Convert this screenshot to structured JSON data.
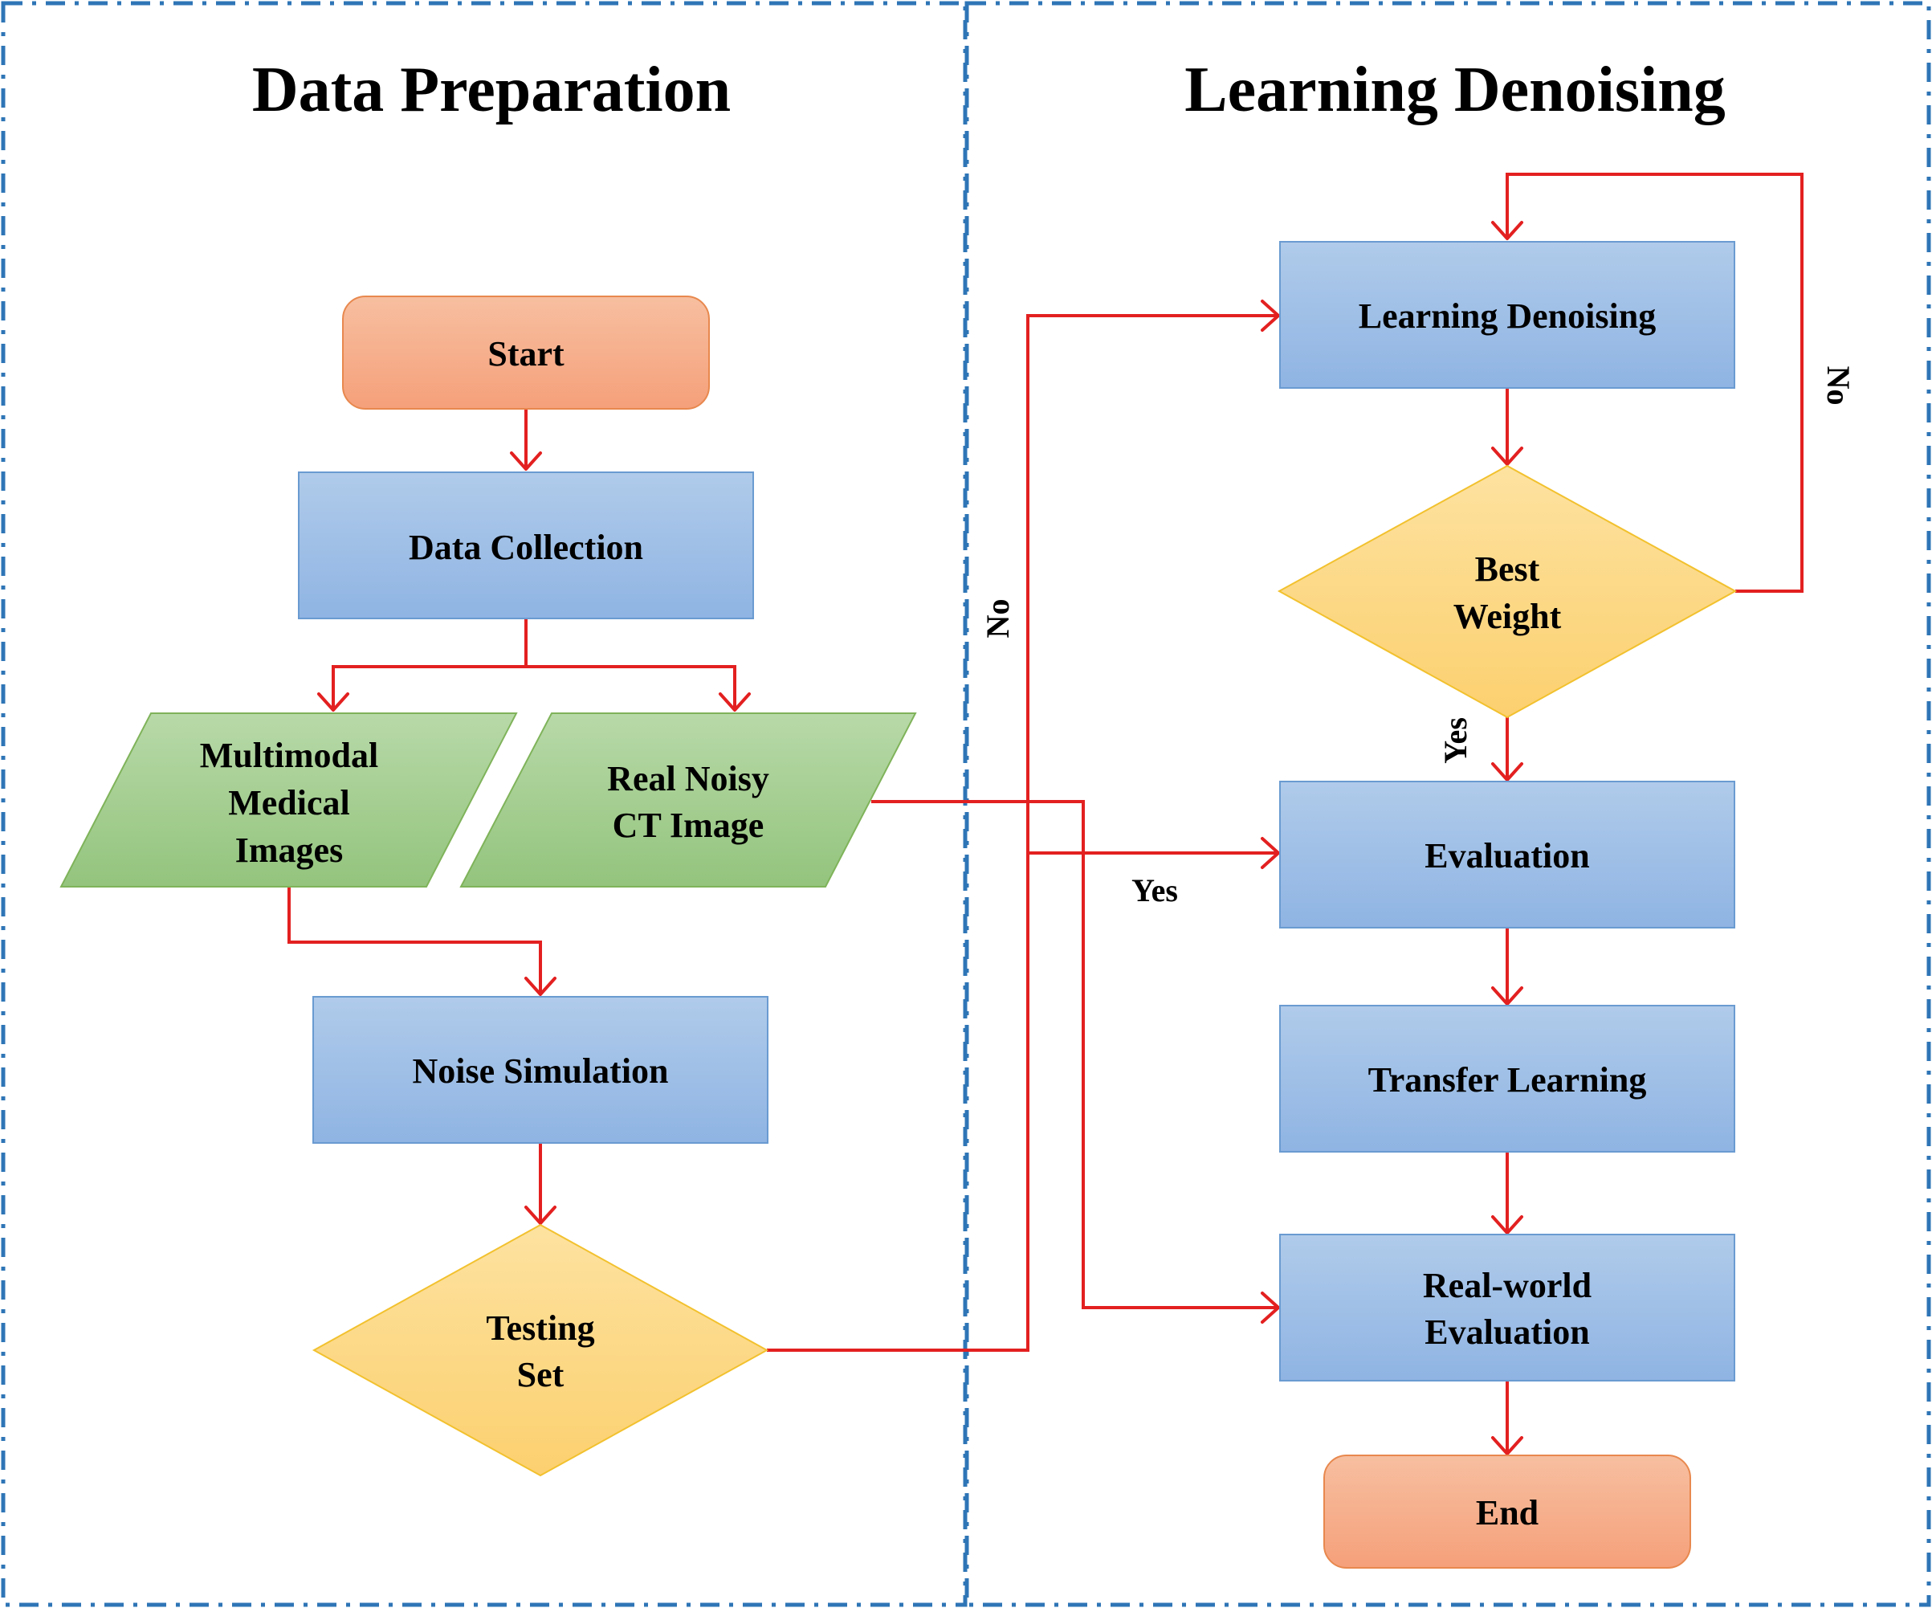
{
  "panels": {
    "left_title": "Data Preparation",
    "right_title": "Learning Denoising"
  },
  "nodes": {
    "start": "Start",
    "data_collection": "Data Collection",
    "multimodal": [
      "Multimodal",
      "Medical",
      "Images"
    ],
    "real_noisy": [
      "Real Noisy",
      "CT Image"
    ],
    "noise_simulation": "Noise Simulation",
    "testing_set": [
      "Testing",
      "Set"
    ],
    "learning_denoising": "Learning Denoising",
    "best_weight": [
      "Best",
      "Weight"
    ],
    "evaluation": "Evaluation",
    "transfer_learning": "Transfer Learning",
    "real_world": [
      "Real-world",
      "Evaluation"
    ],
    "end": "End"
  },
  "edge_labels": {
    "testing_no": "No",
    "testing_yes": "Yes",
    "best_no": "No",
    "best_yes": "Yes"
  },
  "colors": {
    "panel_border": "#2e75b6",
    "arrow": "#e32020",
    "process_fill_top": "#b0cbea",
    "process_fill_bottom": "#8fb4e3",
    "terminal_fill_top": "#f7bfa0",
    "terminal_fill_bottom": "#f5a07a",
    "data_fill_top": "#b8d9a8",
    "data_fill_bottom": "#93c47d",
    "decision_fill_top": "#fde2a0",
    "decision_fill_bottom": "#fcd06f"
  }
}
